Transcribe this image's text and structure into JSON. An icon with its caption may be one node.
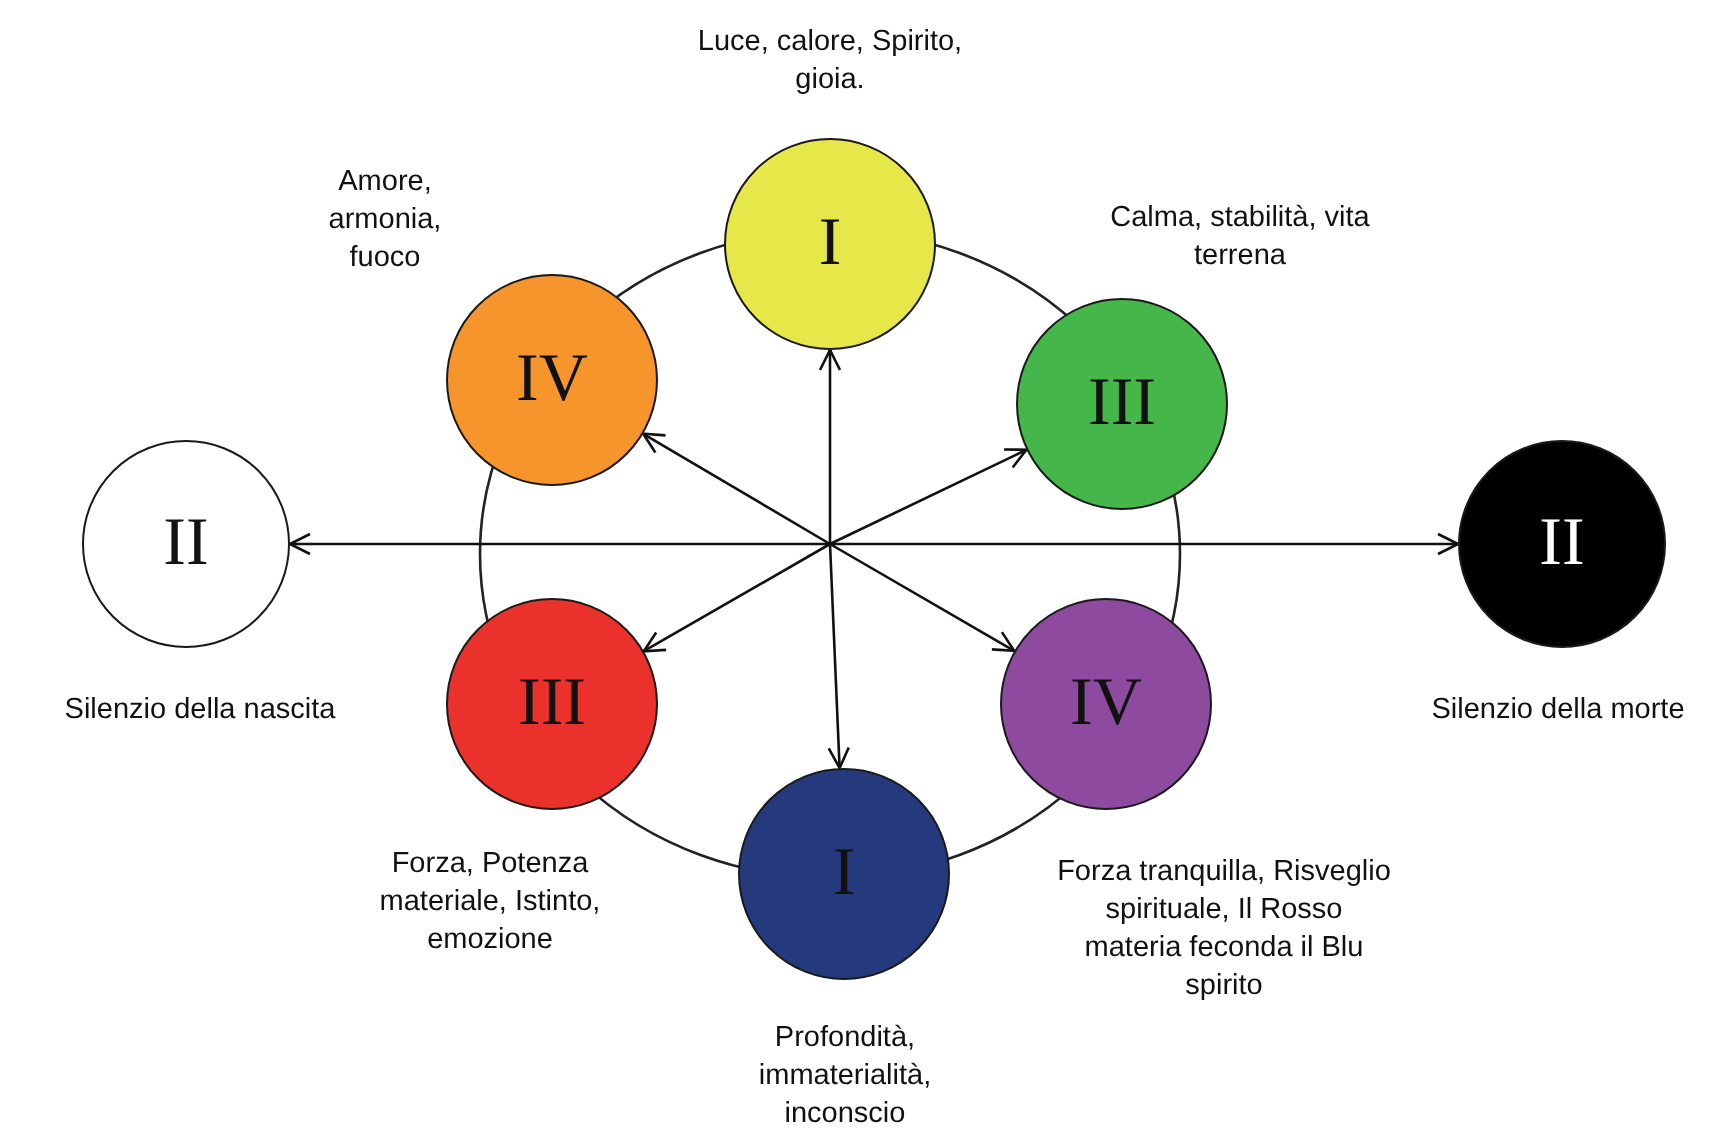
{
  "diagram": {
    "nodes": [
      {
        "text": [
          "I"
        ],
        "beside": [
          "Luce, calore, Spirito, gioia."
        ]
      },
      {
        "text": [
          "IV"
        ],
        "beside": [
          "Amore, armonia, fuoco"
        ]
      },
      {
        "text": [
          "III"
        ],
        "beside": [
          "Calma, stabilità, vita terrena"
        ]
      },
      {
        "text": [
          "II"
        ],
        "beside": [
          "Silenzio della nascita"
        ]
      },
      {
        "text": [
          "II"
        ],
        "beside": [
          "Silenzio della morte"
        ]
      },
      {
        "text": [
          "III"
        ],
        "beside": [
          "Forza, Potenza materiale, Istinto, emozione"
        ]
      },
      {
        "text": [
          "IV"
        ],
        "beside": [
          "Forza tranquilla, Risveglio spirituale, Il Rosso materia feconda il Blu spirito"
        ]
      },
      {
        "text": [
          "I"
        ],
        "beside": [
          "Profondità, immaterialità, inconscio"
        ]
      }
    ],
    "edges": [
      {
        "from": null,
        "to": 0,
        "arrow": "to"
      },
      {
        "from": null,
        "to": 1,
        "arrow": "to"
      },
      {
        "from": null,
        "to": 2,
        "arrow": "to"
      },
      {
        "from": null,
        "to": 3,
        "arrow": "to"
      },
      {
        "from": null,
        "to": 4,
        "arrow": "to"
      },
      {
        "from": null,
        "to": 5,
        "arrow": "to"
      },
      {
        "from": null,
        "to": 6,
        "arrow": "to"
      },
      {
        "from": null,
        "to": 7,
        "arrow": "to"
      }
    ]
  }
}
